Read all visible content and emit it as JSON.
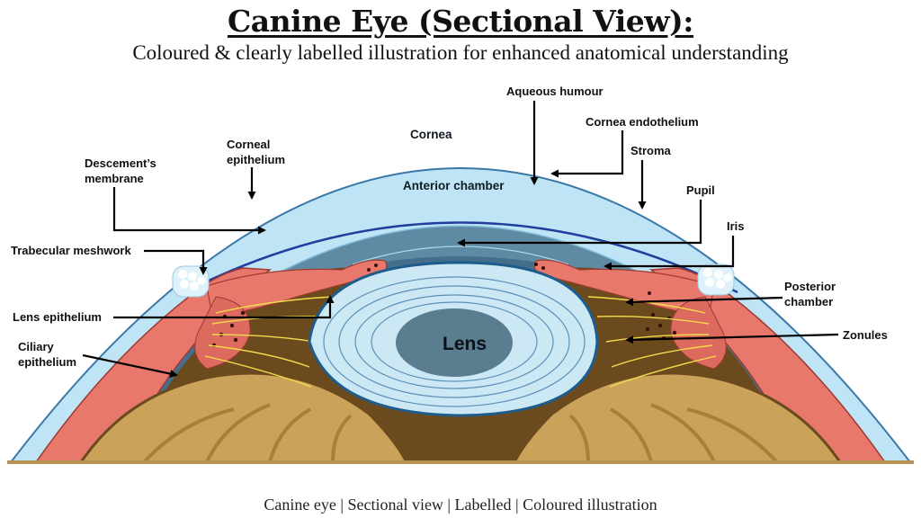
{
  "header": {
    "title": "Canine Eye (Sectional View):",
    "subtitle": "Coloured & clearly labelled illustration for enhanced anatomical understanding"
  },
  "labels": {
    "cornea": "Cornea",
    "aqueous_humour": "Aqueous humour",
    "cornea_endothelium": "Cornea endothelium",
    "stroma": "Stroma",
    "pupil": "Pupil",
    "iris": "Iris",
    "corneal_epithelium_l1": "Corneal",
    "corneal_epithelium_l2": "epithelium",
    "descemets_l1": "Descement’s",
    "descemets_l2": "membrane",
    "anterior_chamber": "Anterior chamber",
    "trabecular_meshwork": "Trabecular meshwork",
    "posterior_chamber_l1": "Posterior",
    "posterior_chamber_l2": "chamber",
    "lens_epithelium": "Lens epithelium",
    "zonules": "Zonules",
    "ciliary_epithelium_l1": "Ciliary",
    "ciliary_epithelium_l2": "epithelium",
    "lens": "Lens"
  },
  "footer": {
    "caption": "Canine eye | Sectional view | Labelled | Coloured illustration"
  },
  "colors": {
    "cornea": "#bfe4f5",
    "anterior_chamber": "#5e8ba3",
    "descemets_line": "#1f3f9e",
    "iris": "#e8786c",
    "lens_capsule": "#cde8f5",
    "lens_nucleus": "#5a7d90",
    "vitreous_brown": "#6b4a1e",
    "ciliary_tan": "#caa25a",
    "zonule_yellow": "#f2dc4a"
  }
}
